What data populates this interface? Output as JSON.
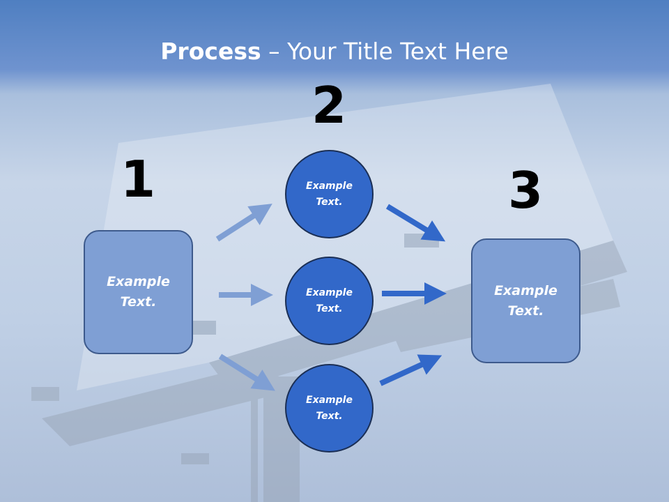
{
  "slide": {
    "title_bold": "Process",
    "title_rest": " – Your Title Text Here",
    "steps": [
      {
        "number": "1",
        "text": "Example\nText."
      },
      {
        "number": "2",
        "circles": [
          "Example\nText.",
          "Example\nText.",
          "Example\nText."
        ]
      },
      {
        "number": "3",
        "text": "Example\nText."
      }
    ]
  },
  "colors": {
    "box_fill": "#7f9fd4",
    "circle_fill": "#3268c9",
    "light_arrow": "#7f9fd4",
    "dark_arrow": "#3268c9"
  }
}
